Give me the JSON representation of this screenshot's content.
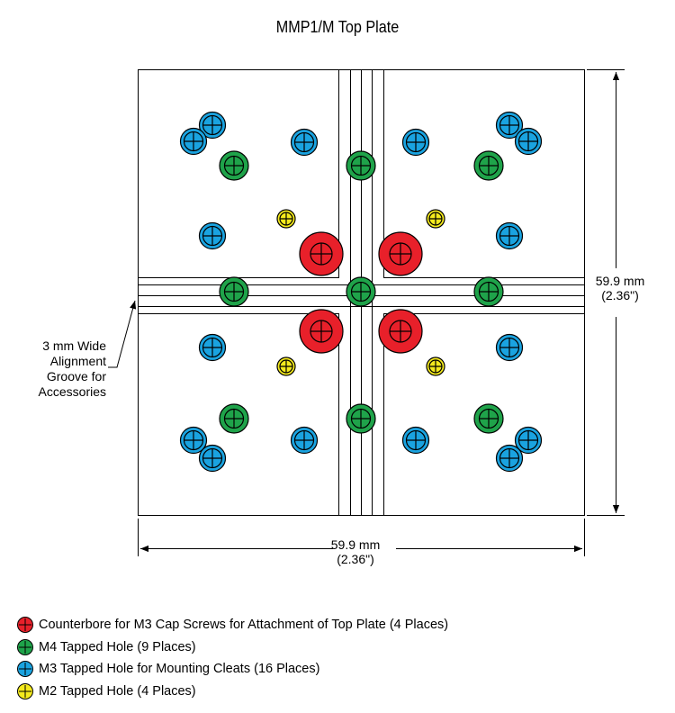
{
  "title": "MMP1/M Top Plate",
  "dimensions": {
    "height": {
      "metric": "59.9 mm",
      "imperial": "(2.36\")"
    },
    "width": {
      "metric": "59.9 mm",
      "imperial": "(2.36\")"
    }
  },
  "callout": [
    "3 mm Wide",
    "Alignment",
    "Groove for",
    "Accessories"
  ],
  "colors": {
    "counterbore": "#e8202a",
    "m4": "#1fa34a",
    "m3": "#1aa3e0",
    "m2": "#f4ea1d",
    "outline": "#000000"
  },
  "legend": [
    {
      "key": "counterbore",
      "icon": "red-crosshair-circle-icon",
      "label": "Counterbore for M3 Cap Screws for Attachment of Top Plate (4 Places)"
    },
    {
      "key": "m4",
      "icon": "green-crosshair-circle-icon",
      "label": "M4 Tapped Hole (9 Places)"
    },
    {
      "key": "m3",
      "icon": "blue-crosshair-circle-icon",
      "label": "M3 Tapped Hole for Mounting Cleats (16 Places)"
    },
    {
      "key": "m2",
      "icon": "yellow-crosshair-circle-icon",
      "label": "M2 Tapped Hole (4 Places)"
    }
  ]
}
